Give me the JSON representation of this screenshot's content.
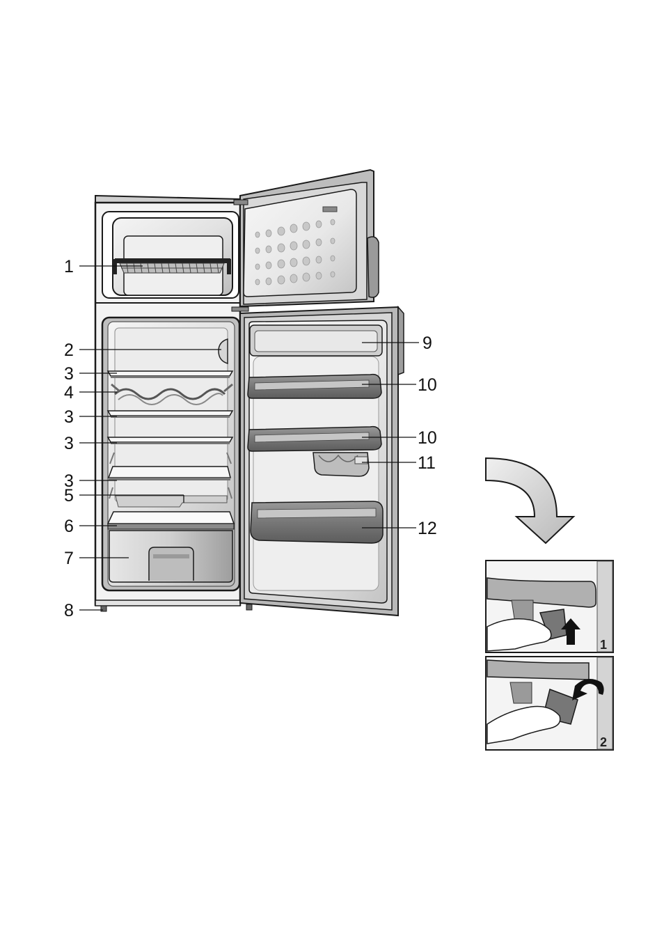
{
  "callouts": [
    {
      "number": "1"
    },
    {
      "number": "2"
    },
    {
      "number": "3"
    },
    {
      "number": "4"
    },
    {
      "number": "3"
    },
    {
      "number": "3"
    },
    {
      "number": "3"
    },
    {
      "number": "5"
    },
    {
      "number": "6"
    },
    {
      "number": "7"
    },
    {
      "number": "8"
    },
    {
      "number": "9"
    },
    {
      "number": "10"
    },
    {
      "number": "10"
    },
    {
      "number": "11"
    },
    {
      "number": "12"
    }
  ],
  "steps": [
    {
      "number": "1"
    },
    {
      "number": "2"
    }
  ],
  "colors": {
    "outline": "#1a1a1a",
    "cabinet": "#f2f2f2",
    "interior": "#dcdcdc",
    "shelf": "#8a8a8a",
    "arrow": "#cfcfcf"
  },
  "icons": [
    "curved-arrow-icon",
    "up-arrow-icon",
    "rotate-arrow-icon"
  ]
}
